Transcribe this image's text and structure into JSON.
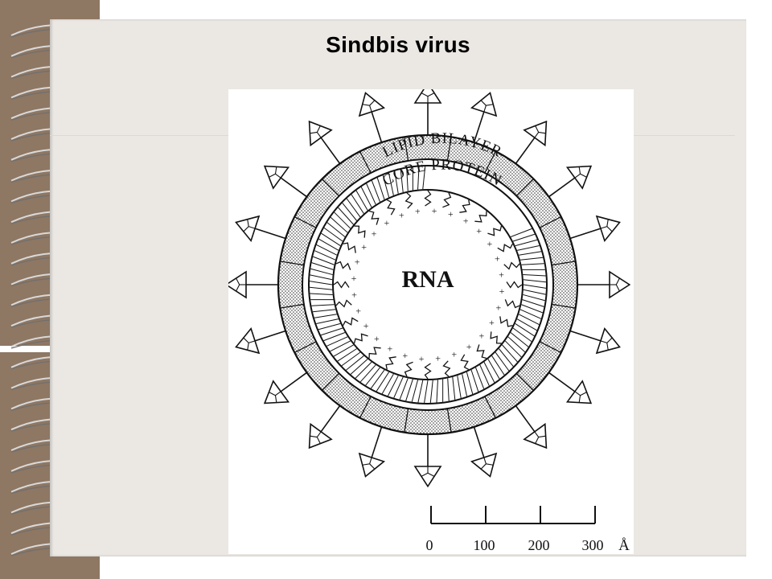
{
  "slide": {
    "title": "Sindbis virus"
  },
  "diagram": {
    "labels": {
      "lipid_bilayer": "LIPID BILAYER",
      "core_protein": "CORE PROTEIN",
      "rna": "RNA"
    },
    "charge_symbol": "+",
    "scale_bar": {
      "ticks": [
        "0",
        "100",
        "200",
        "300"
      ],
      "unit": "Å"
    }
  },
  "colors": {
    "binder": "#8e7763",
    "page": "#ebe7e3",
    "ink": "#111111"
  }
}
